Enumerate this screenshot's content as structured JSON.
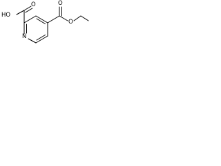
{
  "structure": {
    "labels": {
      "acid_hydroxyl": "HO",
      "acid_carbonyl_o": "O",
      "ring_nitrogen": "N",
      "ester_carbonyl_o": "O",
      "ester_ether_o": "O"
    }
  }
}
